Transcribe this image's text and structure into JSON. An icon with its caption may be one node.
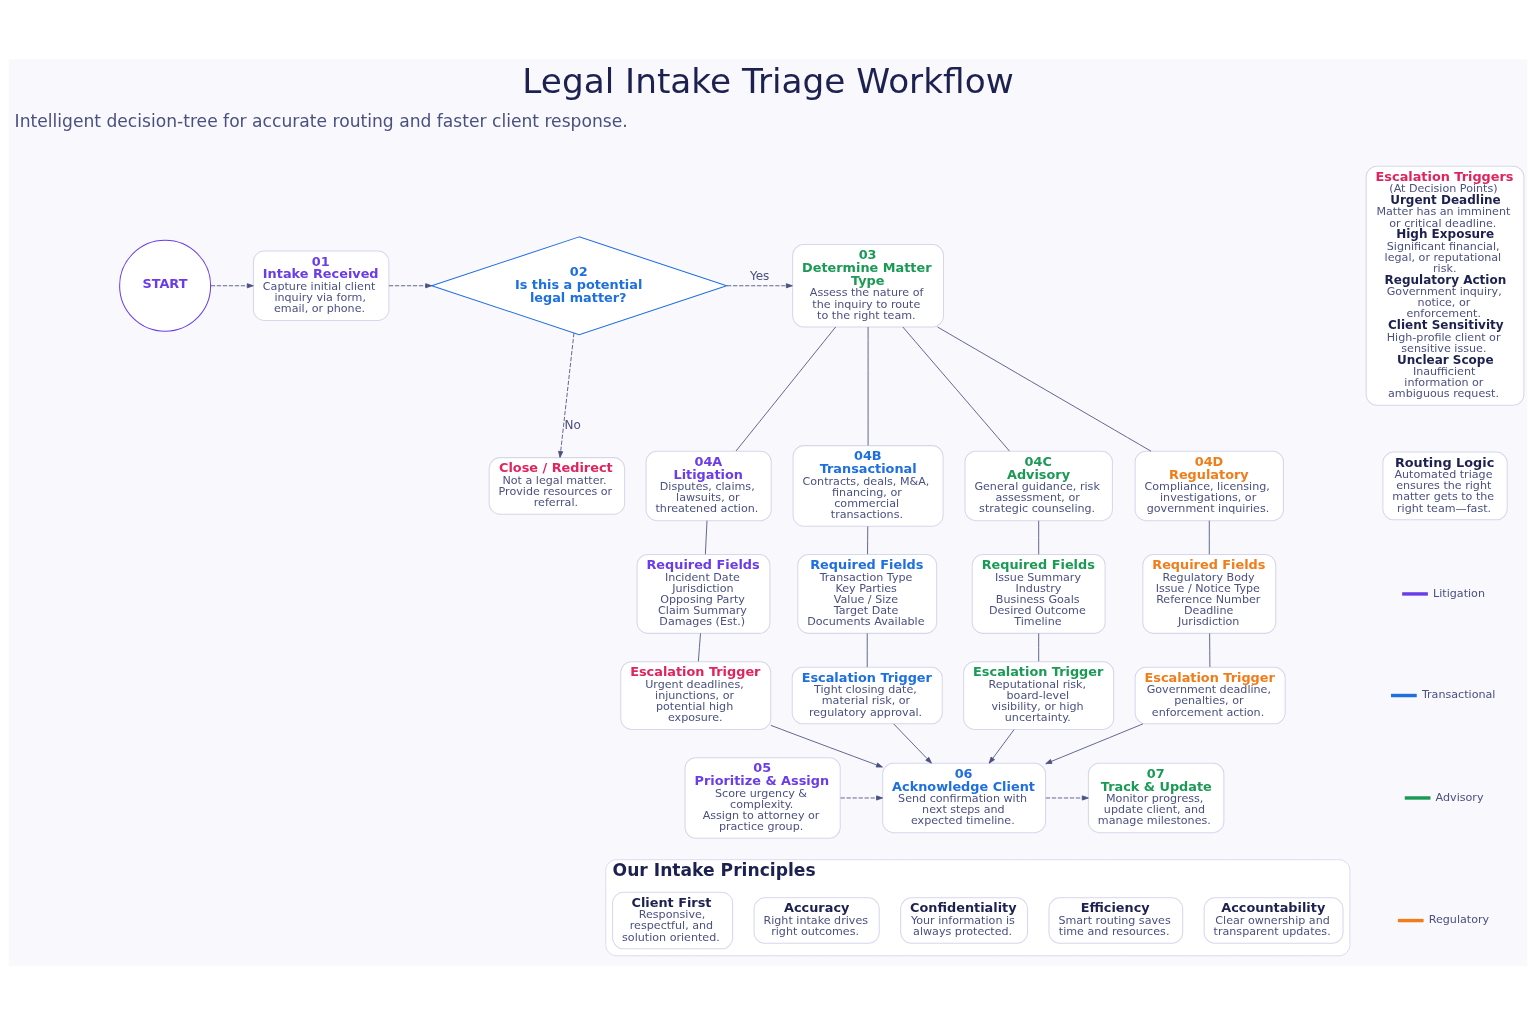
{
  "diagram": {
    "title": "Legal Intake Triage Workflow",
    "nodes": [
      {
        "text": [
          "START"
        ]
      },
      {
        "text": [
          "01",
          "Intake Received",
          "Capture initial client inquiry via form, email, or phone."
        ]
      },
      {
        "text": [
          "02",
          "Is this a potential legal matter?"
        ]
      },
      {
        "text": [
          "03",
          "Determine Matter Type",
          "Assess the nature of the inquiry to route to the right team."
        ]
      },
      {
        "text": [
          "Close / Redirect",
          "Not a legal matter. Provide resources or referral."
        ]
      },
      {
        "text": [
          "04A",
          "Litigation",
          "Disputes, claims, lawsuits, or threatened action."
        ]
      },
      {
        "text": [
          "Required Fields",
          "Incident Date",
          "Jurisdiction",
          "Opposing Party",
          "Claim Summary",
          "Damages (Est.)"
        ]
      },
      {
        "text": [
          "Escalation Trigger",
          "Urgent deadlines, injunctions, or potential high exposure."
        ]
      },
      {
        "text": [
          "04B",
          "Transactional",
          "Contracts, deals, M&A, financing, or commercial transactions."
        ]
      },
      {
        "text": [
          "Required Fields",
          "Transaction Type",
          "Key Parties",
          "Value / Size",
          "Target Date",
          "Documents Available"
        ]
      },
      {
        "text": [
          "Escalation Trigger",
          "Tight closing date, material risk, or regulatory approval."
        ]
      },
      {
        "text": [
          "04C",
          "Advisory",
          "General guidance, risk assessment, or strategic counseling."
        ]
      },
      {
        "text": [
          "Required Fields",
          "Issue Summary",
          "Industry",
          "Business Goals",
          "Desired Outcome",
          "Timeline"
        ]
      },
      {
        "text": [
          "Escalation Trigger",
          "Reputational risk, board-level visibility, or high uncertainty."
        ]
      },
      {
        "text": [
          "04D",
          "Regulatory",
          "Compliance, licensing, investigations, or government inquiries."
        ]
      },
      {
        "text": [
          "Required Fields",
          "Regulatory Body",
          "Issue / Notice Type",
          "Reference Number",
          "Deadline",
          "Jurisdiction"
        ]
      },
      {
        "text": [
          "Escalation Trigger",
          "Government deadline, penalties, or enforcement action."
        ]
      },
      {
        "text": [
          "05",
          "Prioritize & Assign",
          "Score urgency & complexity.",
          "Assign to attorney or practice group."
        ]
      },
      {
        "text": [
          "06",
          "Acknowledge Client",
          "Send confirmation with next steps and expected timeline."
        ]
      },
      {
        "text": [
          "07",
          "Track & Update",
          "Monitor progress, update client, and manage milestones."
        ]
      },
      {
        "text": [
          "Escalation Triggers",
          "(At Decision Points)",
          "Urgent Deadline",
          "Matter has an imminent or critical deadline.",
          "High Exposure",
          "Significant financial, legal, or reputational risk.",
          "Regulatory Action",
          "Government inquiry, notice, or enforcement.",
          "Client Sensitivity",
          "High-profile client or sensitive issue.",
          "Unclear Scope",
          "Inaufficient information or ambiguous request."
        ]
      },
      {
        "text": [
          "Routing Logic",
          "Automated triage ensures the right matter gets to the right team—fast."
        ]
      },
      {
        "text": [
          "Our Intake Principles"
        ]
      },
      {
        "text": [
          "Client First",
          "Responsive, respectful, and solution oriented."
        ],
        "in": 22
      },
      {
        "text": [
          "Accuracy",
          "Right intake drives right outcomes."
        ],
        "in": 22
      },
      {
        "text": [
          "Confidentiality",
          "Your information is always protected."
        ],
        "in": 22
      },
      {
        "text": [
          "Efficiency",
          "Smart routing saves time and resources."
        ],
        "in": 22
      },
      {
        "text": [
          "Accountability",
          "Clear ownership and transparent updates."
        ],
        "in": 22
      }
    ],
    "edges": [
      {
        "from": 0,
        "to": 1,
        "arrow": "to",
        "style": "dashed"
      },
      {
        "from": 1,
        "to": 2,
        "arrow": "to",
        "style": "dashed"
      },
      {
        "from": 2,
        "to": 3,
        "label": "Yes",
        "arrow": "to",
        "style": "dashed"
      },
      {
        "from": 2,
        "to": 4,
        "label": "No",
        "arrow": "to",
        "style": "dashed"
      },
      {
        "from": 3,
        "to": 5,
        "arrow": "none"
      },
      {
        "from": 3,
        "to": 8,
        "arrow": "none"
      },
      {
        "from": 3,
        "to": 11,
        "arrow": "none"
      },
      {
        "from": 3,
        "to": 14,
        "arrow": "none"
      },
      {
        "from": 5,
        "to": 6,
        "arrow": "none"
      },
      {
        "from": 6,
        "to": 7,
        "arrow": "none"
      },
      {
        "from": 8,
        "to": 9,
        "arrow": "none"
      },
      {
        "from": 9,
        "to": 10,
        "arrow": "none"
      },
      {
        "from": 11,
        "to": 12,
        "arrow": "none"
      },
      {
        "from": 12,
        "to": 13,
        "arrow": "none"
      },
      {
        "from": 14,
        "to": 15,
        "arrow": "none"
      },
      {
        "from": 15,
        "to": 16,
        "arrow": "none"
      },
      {
        "from": 7,
        "to": 18,
        "arrow": "to"
      },
      {
        "from": 10,
        "to": 18,
        "arrow": "to"
      },
      {
        "from": 13,
        "to": 18,
        "arrow": "to"
      },
      {
        "from": 16,
        "to": 18,
        "arrow": "to"
      },
      {
        "from": 17,
        "to": 18,
        "arrow": "to",
        "style": "dashed"
      },
      {
        "from": 18,
        "to": 19,
        "arrow": "to",
        "style": "dashed"
      }
    ],
    "labels": [
      "Intelligent decision-tree for accurate routing and faster client response."
    ],
    "legend": [
      {
        "text": "Litigation"
      },
      {
        "text": "Transactional"
      },
      {
        "text": "Advisory"
      },
      {
        "text": "Regulatory"
      }
    ]
  }
}
